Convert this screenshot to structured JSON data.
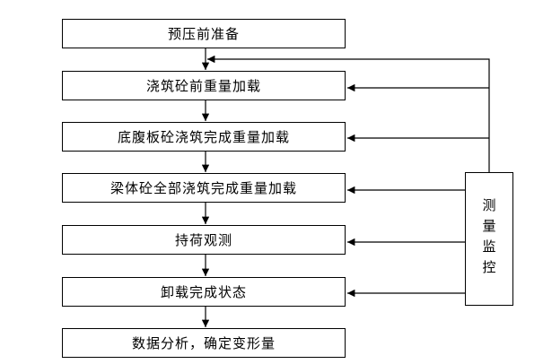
{
  "flowchart": {
    "steps": [
      {
        "label": "预压前准备"
      },
      {
        "label": "浇筑砼前重量加载"
      },
      {
        "label": "底腹板砼浇筑完成重量加载"
      },
      {
        "label": "梁体砼全部浇筑完成重量加载"
      },
      {
        "label": "持荷观测"
      },
      {
        "label": "卸载完成状态"
      },
      {
        "label": "数据分析，确定变形量"
      }
    ],
    "monitor": {
      "label": "测量监控"
    },
    "line_color": "#000000"
  }
}
